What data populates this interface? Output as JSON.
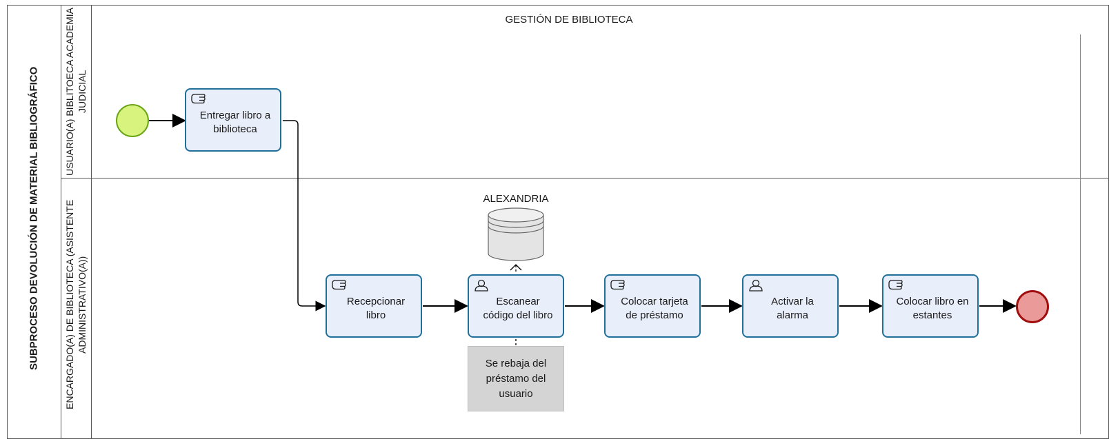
{
  "pool": {
    "title": "SUBPROCESO DEVOLUCIÓN DE MATERIAL BIBLIOGRÁFICO",
    "header": "GESTIÓN DE BIBLIOTECA"
  },
  "lanes": [
    {
      "label": "USUARIO(A) BIBLITOECA ACADEMIA JUDICIAL"
    },
    {
      "label": "ENCARGADO(A)  DE BIBLIOTECA (ASISTENTE ADMINISTRATIVO(A))"
    }
  ],
  "tasks": [
    {
      "label": "Entregar libro a biblioteca",
      "type": "manual"
    },
    {
      "label": "Recepcionar libro",
      "type": "manual"
    },
    {
      "label": "Escanear código del libro",
      "type": "user"
    },
    {
      "label": "Colocar tarjeta de préstamo",
      "type": "manual"
    },
    {
      "label": "Activar la alarma",
      "type": "user"
    },
    {
      "label": "Colocar libro en estantes",
      "type": "manual"
    }
  ],
  "data_store": {
    "label": "ALEXANDRIA"
  },
  "annotation": {
    "text": "Se rebaja del préstamo del usuario"
  },
  "events": {
    "start": "start-event",
    "end": "end-event"
  },
  "colors": {
    "task_fill": "#e9eefb",
    "task_border": "#1f6f99",
    "start_fill": "#d9f47e",
    "start_border": "#6aa517",
    "end_fill": "#eb9a9a",
    "end_border": "#a10e0e",
    "annotation_fill": "#d4d4d4"
  }
}
